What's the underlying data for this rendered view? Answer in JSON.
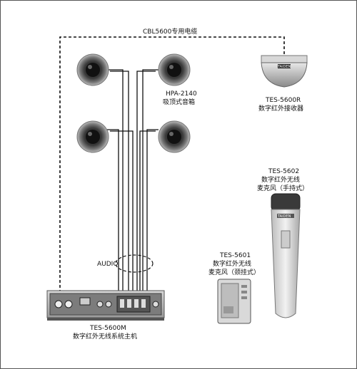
{
  "cable_label": "CBL5600专用电缆",
  "receiver": {
    "model": "TES-5600R",
    "desc": "数字红外接收器",
    "badge": "TAIDEN"
  },
  "speakers": {
    "model": "HPA-2140",
    "desc": "吸顶式音箱"
  },
  "handheld_mic": {
    "model": "TES-5602",
    "desc1": "数字红外无线",
    "desc2": "麦克风（手持式）",
    "badge": "TAIDEN"
  },
  "clip_mic": {
    "model": "TES-5601",
    "desc1": "数字红外无线",
    "desc2": "麦克风（颈挂式）"
  },
  "main_unit": {
    "model": "TES-5600M",
    "desc": "数字红外无线系统主机"
  },
  "audio_label": "AUDIO"
}
